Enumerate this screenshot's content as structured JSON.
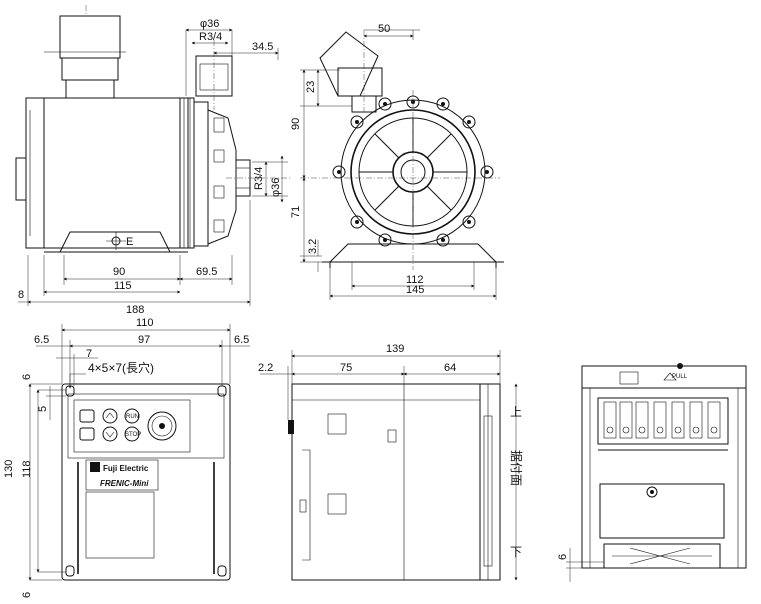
{
  "pump_side": {
    "dia36_top": "φ36",
    "r34_top": "R3/4",
    "d34_5": "34.5",
    "r34_side": "R3/4",
    "dia36_side": "φ36",
    "earth": "E",
    "d90": "90",
    "d69_5": "69.5",
    "d115": "115",
    "d8": "8",
    "d188": "188"
  },
  "pump_front": {
    "d50": "50",
    "d23": "23",
    "d90": "90",
    "d71": "71",
    "d3_2": "3.2",
    "d112": "112",
    "d145": "145"
  },
  "inverter_front": {
    "d110": "110",
    "d6_5_left": "6.5",
    "d97": "97",
    "d6_5_right": "6.5",
    "d7": "7",
    "hole_note": "4×5×7(長穴)",
    "d6_top": "6",
    "d5": "5",
    "d130": "130",
    "d118": "118",
    "d6_bottom": "6",
    "btn_run": "RUN",
    "btn_stop": "STOP",
    "brand": "Fuji Electric",
    "model": "FRENIC-Mini"
  },
  "inverter_side": {
    "d139": "139",
    "d2_2": "2.2",
    "d75": "75",
    "d64": "64",
    "up": "上",
    "mount_face": "据付面",
    "down": "下"
  },
  "inverter_bottom": {
    "pull": "PULL",
    "d6": "6"
  }
}
